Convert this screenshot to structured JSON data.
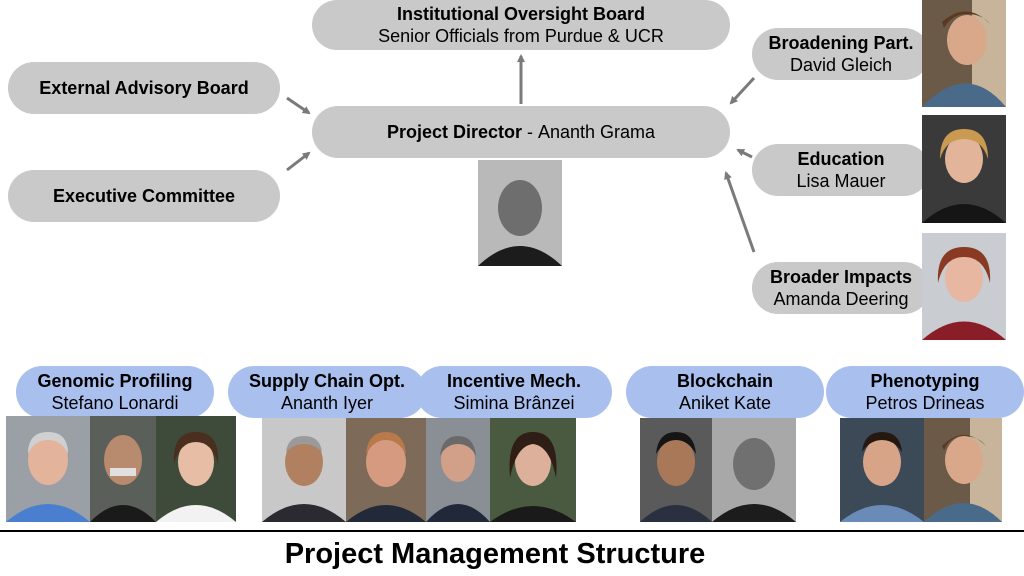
{
  "board": {
    "title": "Institutional Oversight Board",
    "subtitle": "Senior Officials from Purdue & UCR"
  },
  "external": {
    "title": "External Advisory Board"
  },
  "executive": {
    "title": "Executive Committee"
  },
  "director": {
    "title": "Project Director",
    "separator": " - ",
    "name": "Ananth Grama"
  },
  "right_roles": [
    {
      "title": "Broadening Part.",
      "name": "David Gleich"
    },
    {
      "title": "Education",
      "name": "Lisa Mauer"
    },
    {
      "title": "Broader Impacts",
      "name": "Amanda Deering"
    }
  ],
  "teams": [
    {
      "title": "Genomic Profiling",
      "name": "Stefano Lonardi"
    },
    {
      "title": "Supply Chain Opt.",
      "name": "Ananth Iyer"
    },
    {
      "title": "Incentive Mech.",
      "name": "Simina Brânzei"
    },
    {
      "title": "Blockchain",
      "name": "Aniket Kate"
    },
    {
      "title": "Phenotyping",
      "name": "Petros Drineas"
    }
  ],
  "footer": {
    "title": "Project Management Structure"
  },
  "colors": {
    "role_pill": "#c9c9c9",
    "team_pill": "#a9bfee",
    "arrow": "#7a7a7a"
  }
}
